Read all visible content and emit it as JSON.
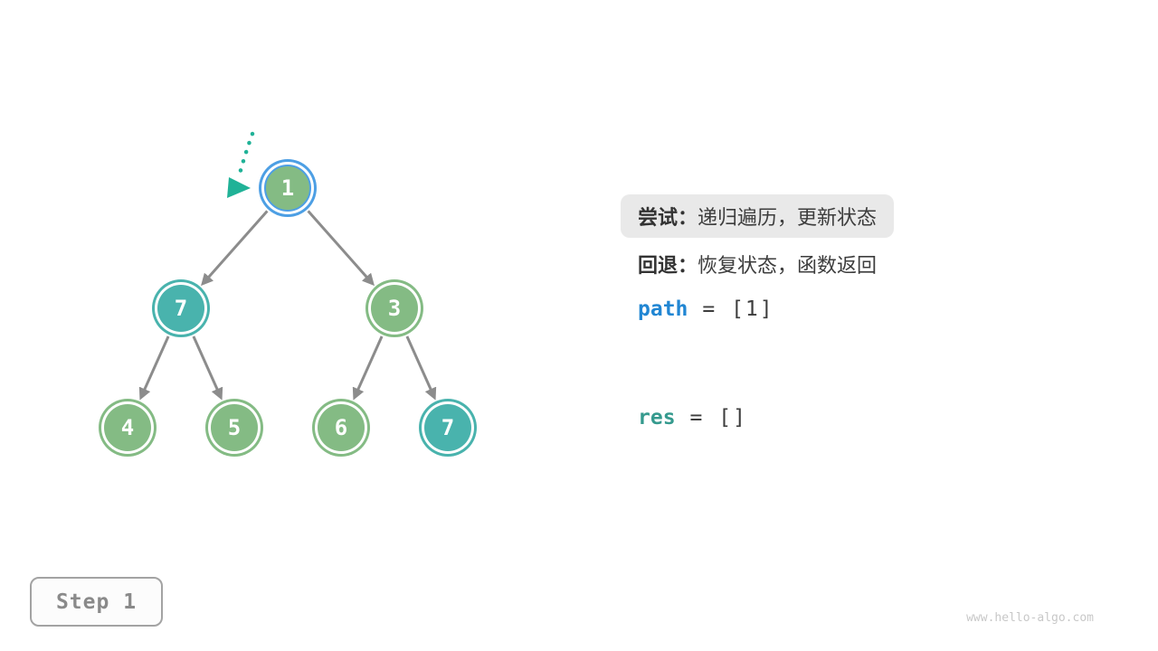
{
  "page": {
    "background": "#ffffff",
    "watermark": "www.hello-algo.com"
  },
  "step_badge": {
    "label": "Step 1"
  },
  "panel": {
    "try_label": "尝试：",
    "try_text": "递归遍历，更新状态",
    "back_label": "回退：",
    "back_text": "恢复状态，函数返回",
    "path_name": "path",
    "path_value": "= [1]",
    "res_name": "res",
    "res_value": "= []"
  },
  "tree": {
    "nodes": [
      {
        "value": "1",
        "color": "green",
        "state": "current"
      },
      {
        "value": "7",
        "color": "teal",
        "state": "visited"
      },
      {
        "value": "3",
        "color": "green",
        "state": "default"
      },
      {
        "value": "4",
        "color": "green",
        "state": "default"
      },
      {
        "value": "5",
        "color": "green",
        "state": "default"
      },
      {
        "value": "6",
        "color": "green",
        "state": "default"
      },
      {
        "value": "7",
        "color": "teal",
        "state": "visited"
      }
    ],
    "edges": [
      [
        "1",
        "7-left"
      ],
      [
        "1",
        "3"
      ],
      [
        "7-left",
        "4"
      ],
      [
        "7-left",
        "5"
      ],
      [
        "3",
        "6"
      ],
      [
        "3",
        "7-right"
      ]
    ]
  },
  "colors": {
    "node_green": "#84BB84",
    "node_teal": "#49B3AD",
    "current_ring_blue": "#4D9FE4",
    "edge_gray": "#8C8C8C",
    "pointer_teal": "#20B297",
    "path_blue": "#2186D3",
    "res_teal": "#359A8E",
    "highlight_gray": "#E9E9E9"
  }
}
